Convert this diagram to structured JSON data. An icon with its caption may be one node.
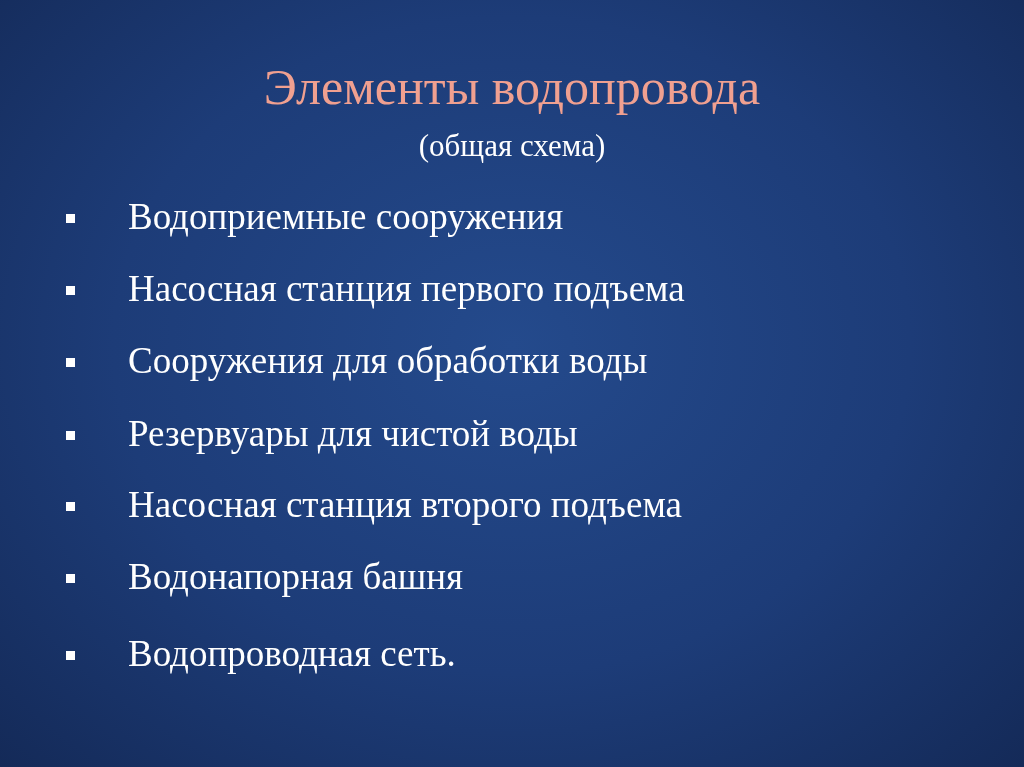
{
  "diagram": {
    "title": "Элементы водопровода",
    "labels": [
      "(общая схема)",
      "Водоприемные сооружения",
      "Насосная станция первого подъема",
      "Сооружения для обработки воды",
      "Резервуары для чистой воды",
      "Насосная станция второго подъема",
      "Водонапорная башня",
      "Водопроводная сеть."
    ]
  }
}
